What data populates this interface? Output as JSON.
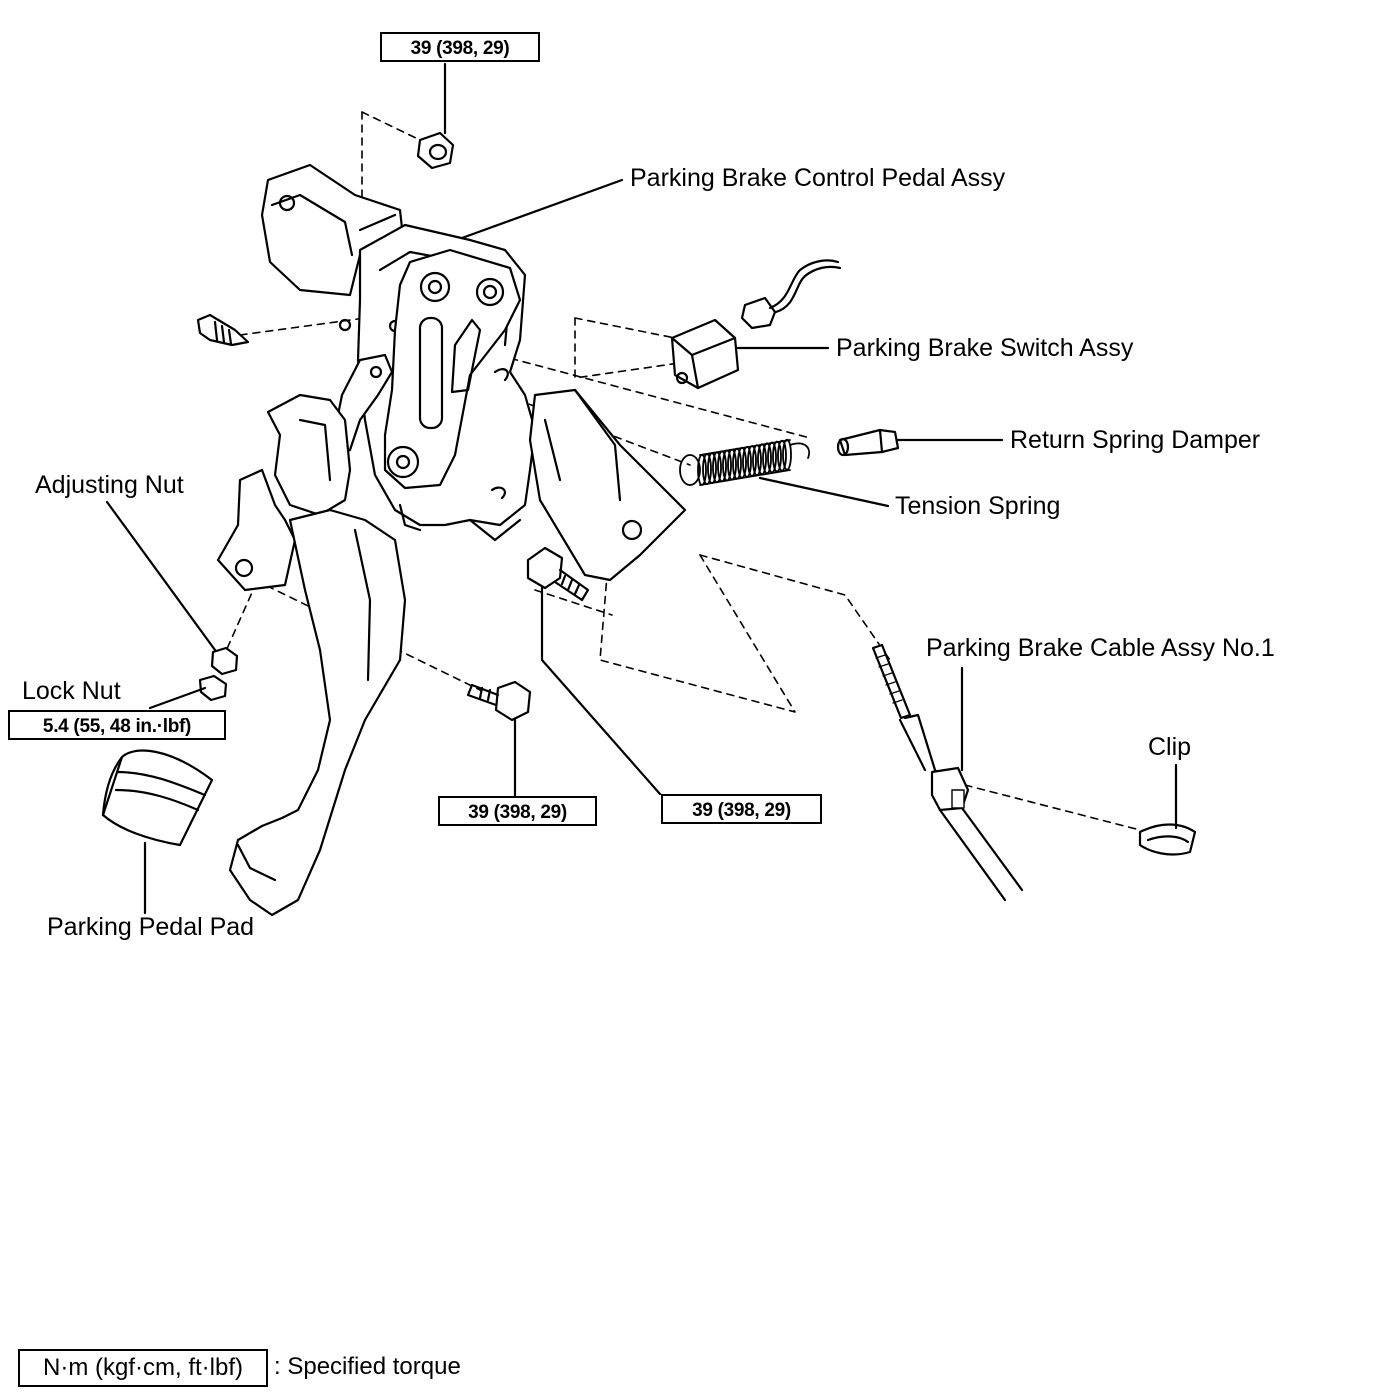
{
  "labels": {
    "pedal_assy": "Parking Brake Control Pedal Assy",
    "switch_assy": "Parking Brake Switch Assy",
    "return_damper": "Return Spring Damper",
    "tension_spring": "Tension Spring",
    "adjusting_nut": "Adjusting Nut",
    "lock_nut": "Lock Nut",
    "pedal_pad": "Parking Pedal Pad",
    "cable_assy": "Parking Brake Cable Assy No.1",
    "clip": "Clip"
  },
  "torques": {
    "top_nut": "39 (398, 29)",
    "lock_nut": "5.4 (55, 48 in.·lbf)",
    "lower_bolt": "39 (398, 29)",
    "bracket_bolt": "39 (398, 29)"
  },
  "legend": {
    "unit_box": "N·m (kgf·cm, ft·lbf)",
    "text": ": Specified torque"
  }
}
